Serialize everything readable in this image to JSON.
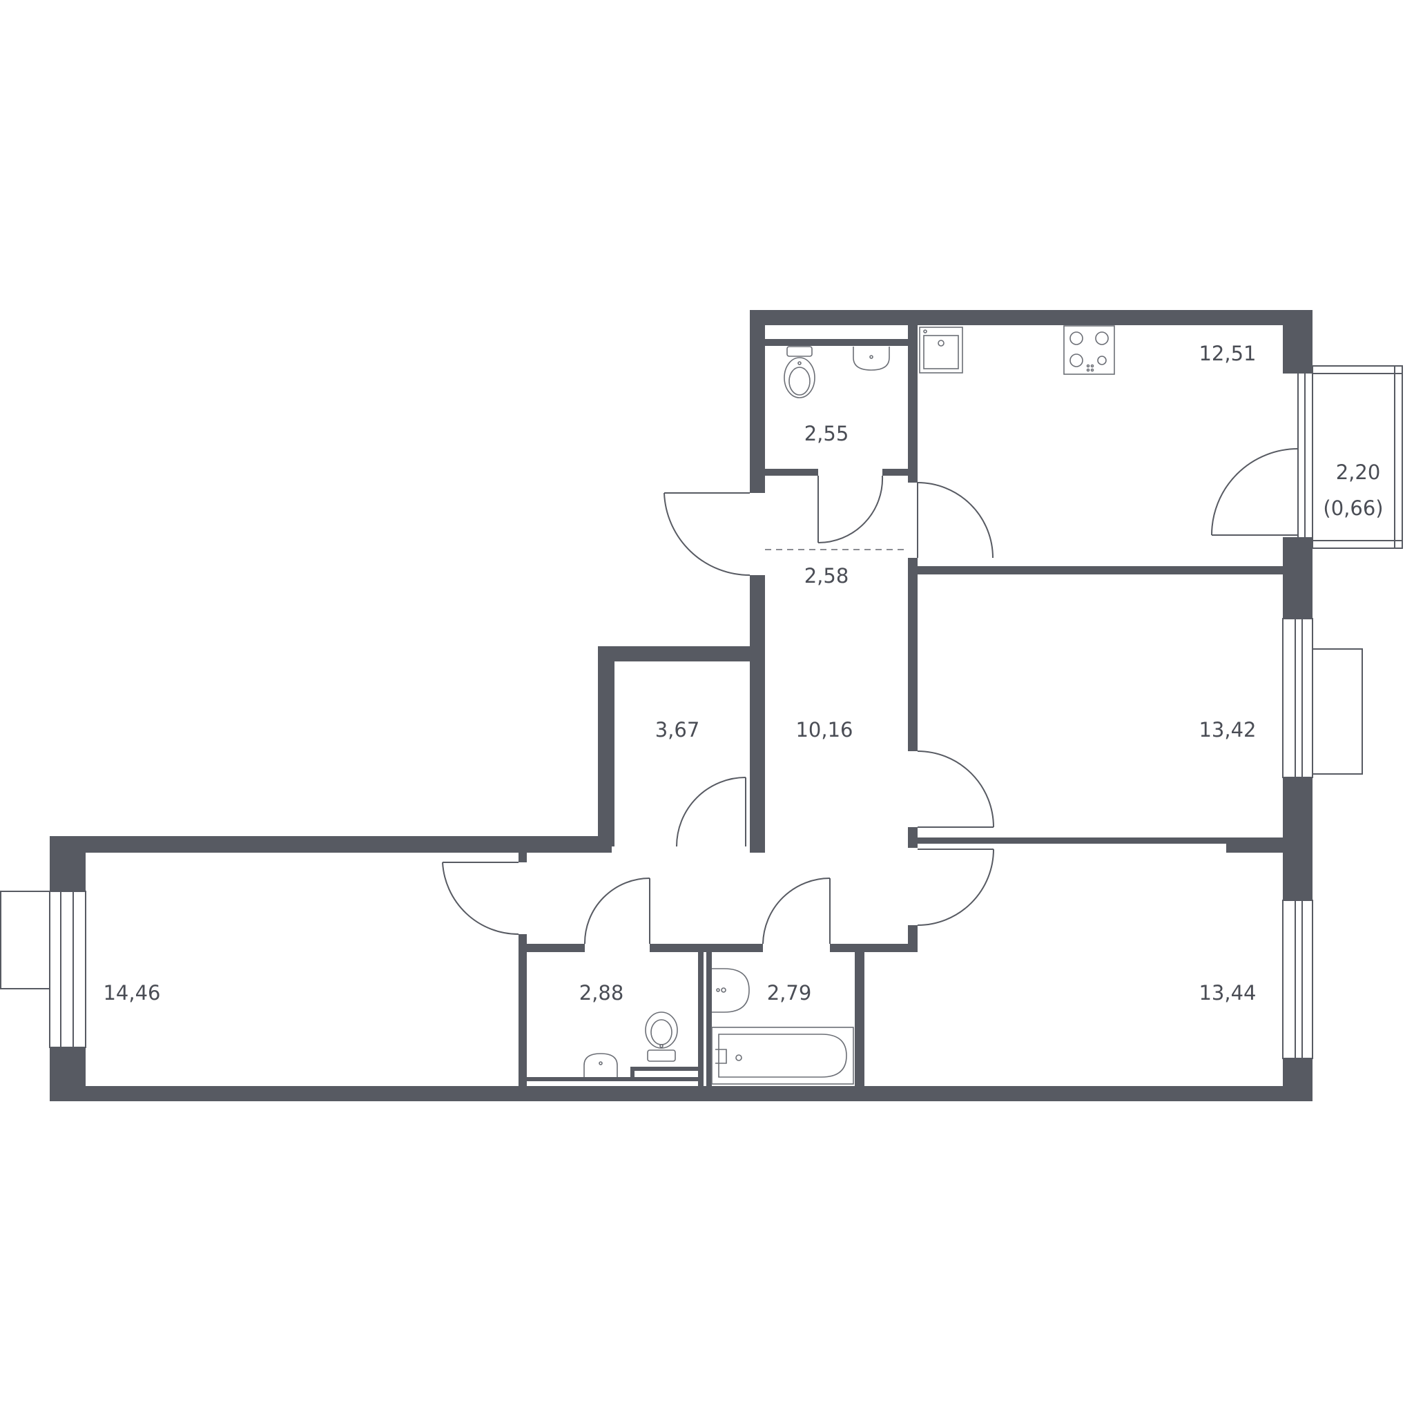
{
  "rooms": {
    "wc_upper": "2,55",
    "kitchen": "12,51",
    "balcony": "2,20",
    "balcony_reduced": "(0,66)",
    "hall_upper": "2,58",
    "storage": "3,67",
    "corridor": "10,16",
    "bedroom_right_upper": "13,42",
    "bedroom_left": "14,46",
    "wc_lower": "2,88",
    "bathroom": "2,79",
    "bedroom_right_lower": "13,44"
  },
  "colors": {
    "wall": "#575a62",
    "text": "#4a4d55",
    "background": "#ffffff"
  }
}
